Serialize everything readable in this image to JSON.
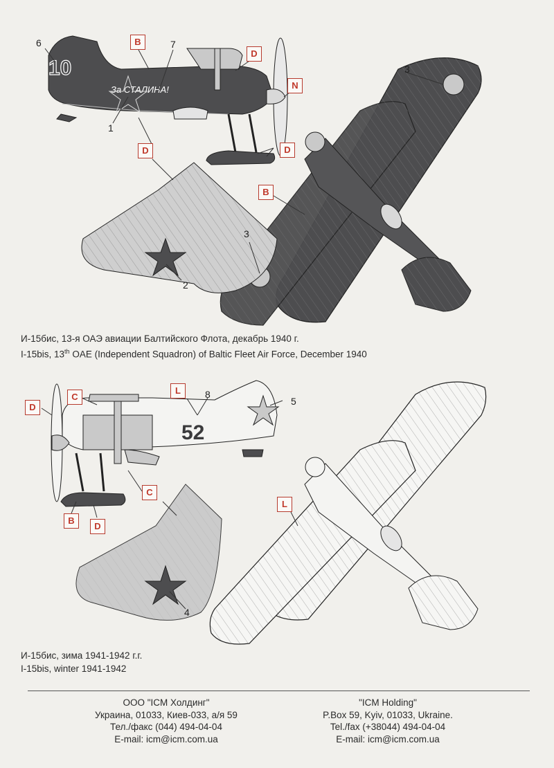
{
  "scheme1": {
    "caption_ru": "И-15бис, 13-я ОАЭ авиации Балтийского Флота, декабрь 1940 г.",
    "caption_en_part1": "I-15bis, 13",
    "caption_en_sup": "th",
    "caption_en_part2": " OAE (Independent Squadron) of Baltic Fleet Air Force, December 1940",
    "tail_number": "10",
    "slogan": "За СТАЛИНА!",
    "tags": [
      "B",
      "D",
      "N",
      "D",
      "D",
      "B"
    ],
    "numbers": [
      "6",
      "7",
      "1",
      "3",
      "3",
      "2"
    ]
  },
  "scheme2": {
    "caption_ru": "И-15бис, зима 1941-1942 г.г.",
    "caption_en": "I-15bis, winter 1941-1942",
    "fuselage_number": "52",
    "tags": [
      "D",
      "C",
      "L",
      "L",
      "C",
      "B",
      "D"
    ],
    "numbers": [
      "8",
      "5",
      "4"
    ]
  },
  "footer": {
    "ru": {
      "company": "ООО \"ICM Холдинг\"",
      "address": "Украина, 01033, Киев-033, а/я 59",
      "phone": "Тел./факс (044) 494-04-04",
      "email": "E-mail: icm@icm.com.ua"
    },
    "en": {
      "company": "\"ICM Holding\"",
      "address": "P.Box 59, Kyiv, 01033, Ukraine.",
      "phone": "Tel./fax (+38044) 494-04-04",
      "email": "E-mail: icm@icm.com.ua"
    }
  },
  "colors": {
    "dark_green": "#4d4d4f",
    "light_grey": "#c9c9c9",
    "winter_white": "#f4f4f2",
    "tag_red": "#c0392b"
  }
}
